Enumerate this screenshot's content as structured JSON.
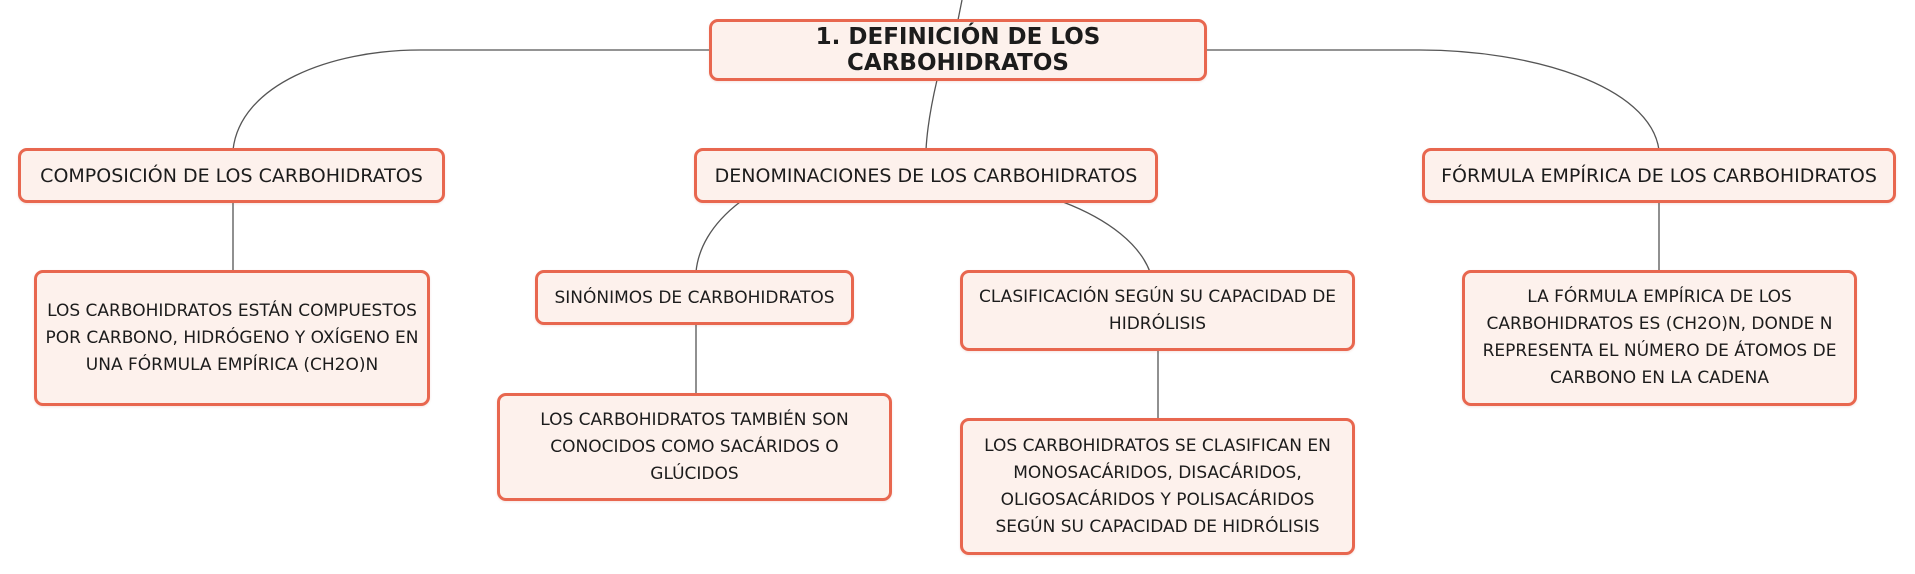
{
  "colors": {
    "node_border": "#e8674f",
    "node_fill": "#fdf1ec",
    "connector": "#555555"
  },
  "nodes": {
    "root": {
      "label": "1. DEFINICIÓN DE LOS CARBOHIDRATOS"
    },
    "composicion": {
      "label": "COMPOSICIÓN DE LOS CARBOHIDRATOS"
    },
    "composicion_detalle": {
      "label": "LOS CARBOHIDRATOS ESTÁN COMPUESTOS POR CARBONO, HIDRÓGENO Y OXÍGENO EN UNA FÓRMULA EMPÍRICA (CH2O)N"
    },
    "denominaciones": {
      "label": "DENOMINACIONES DE LOS CARBOHIDRATOS"
    },
    "sinonimos": {
      "label": "SINÓNIMOS DE CARBOHIDRATOS"
    },
    "sinonimos_detalle": {
      "label": "LOS CARBOHIDRATOS TAMBIÉN SON CONOCIDOS COMO SACÁRIDOS O GLÚCIDOS"
    },
    "clasificacion": {
      "label": "CLASIFICACIÓN SEGÚN SU CAPACIDAD DE HIDRÓLISIS"
    },
    "clasificacion_detalle": {
      "label": "LOS CARBOHIDRATOS SE CLASIFICAN EN MONOSACÁRIDOS, DISACÁRIDOS, OLIGOSACÁRIDOS Y POLISACÁRIDOS SEGÚN SU CAPACIDAD DE HIDRÓLISIS"
    },
    "formula": {
      "label": "FÓRMULA EMPÍRICA DE LOS CARBOHIDRATOS"
    },
    "formula_detalle": {
      "label": "LA FÓRMULA EMPÍRICA DE LOS CARBOHIDRATOS ES (CH2O)N, DONDE N REPRESENTA EL NÚMERO DE ÁTOMOS DE CARBONO EN LA CADENA"
    }
  }
}
